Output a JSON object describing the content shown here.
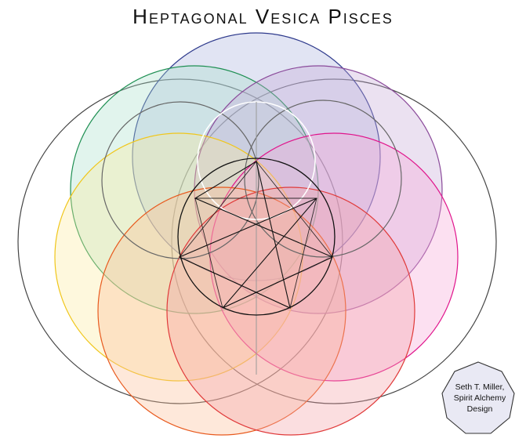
{
  "title": "Heptagonal Vesica Pisces",
  "credit": [
    "Seth T. Miller,",
    "Spirit Alchemy",
    "Design"
  ],
  "colors": {
    "blue": "#2e3a8c",
    "green": "#1e8f52",
    "purple": "#8a4a9a",
    "magenta": "#e0148c",
    "yellow": "#f0c61a",
    "orange": "#e85a1e",
    "red": "#e03a3a",
    "outline": "#444444",
    "badge_fill": "#e9e9f4"
  }
}
